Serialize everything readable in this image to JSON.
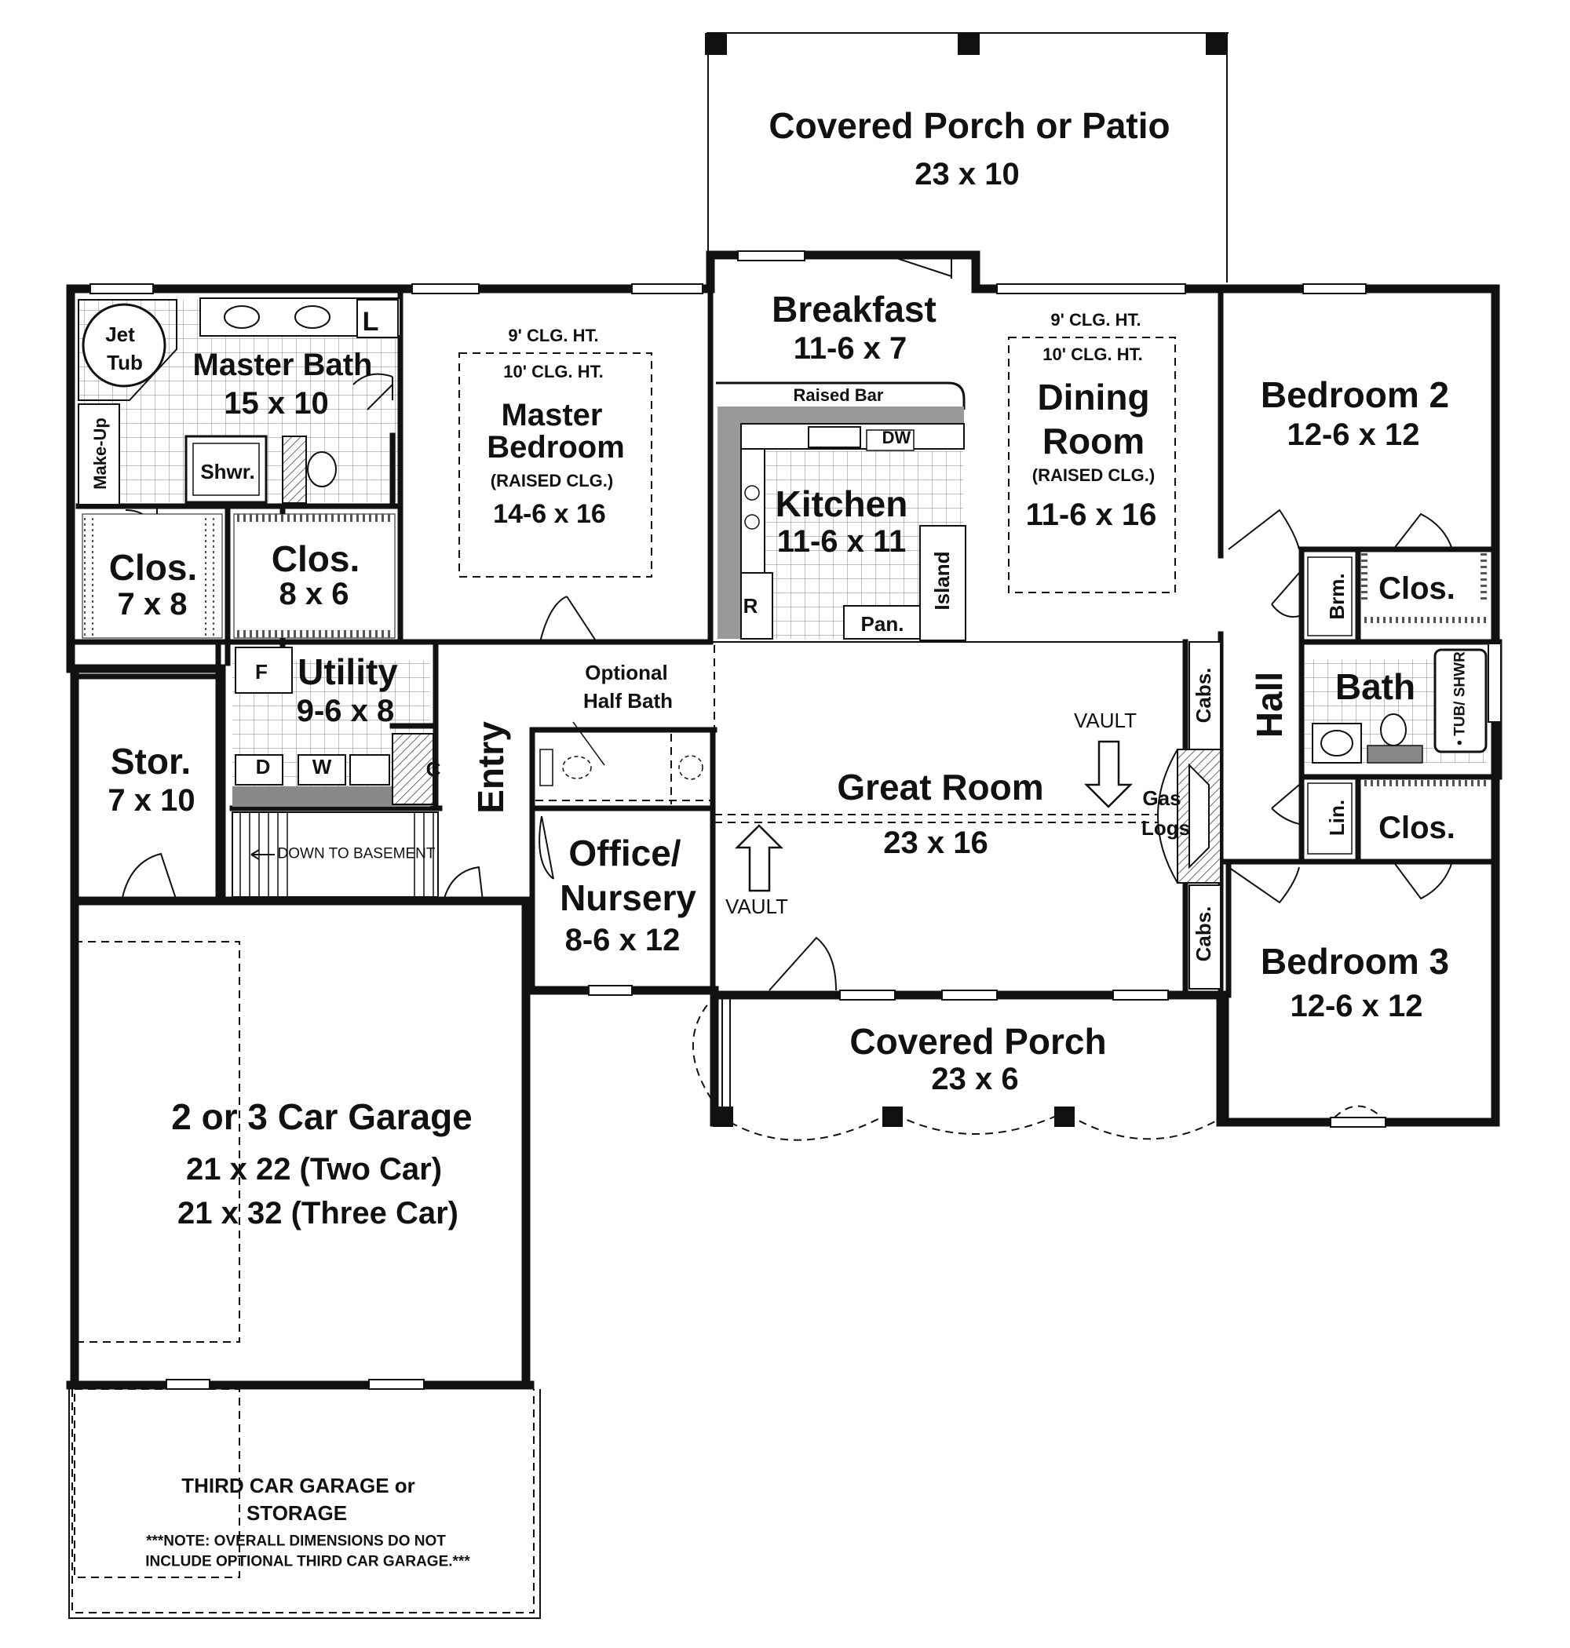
{
  "rooms": {
    "covered_porch_patio": {
      "name": "Covered Porch or Patio",
      "size": "23 x 10"
    },
    "breakfast": {
      "name": "Breakfast",
      "size": "11-6 x 7"
    },
    "dining_room": {
      "clg_outer": "9' CLG. HT.",
      "clg_inner": "10' CLG. HT.",
      "name_line1": "Dining",
      "name_line2": "Room",
      "note": "(RAISED CLG.)",
      "size": "11-6 x 16"
    },
    "bedroom_2": {
      "name": "Bedroom 2",
      "size": "12-6 x 12"
    },
    "master_bath": {
      "name": "Master Bath",
      "size": "15 x 10"
    },
    "master_bedroom": {
      "clg_outer": "9' CLG. HT.",
      "clg_inner": "10' CLG. HT.",
      "name_line1": "Master",
      "name_line2": "Bedroom",
      "note": "(RAISED CLG.)",
      "size": "14-6 x 16"
    },
    "kitchen": {
      "name": "Kitchen",
      "size": "11-6 x 11"
    },
    "clos_7x8": {
      "name": "Clos.",
      "size": "7 x 8"
    },
    "clos_8x6": {
      "name": "Clos.",
      "size": "8 x 6"
    },
    "utility": {
      "name": "Utility",
      "size": "9-6 x 8"
    },
    "storage": {
      "name": "Stor.",
      "size": "7 x 10"
    },
    "optional_half_bath": {
      "line1": "Optional",
      "line2": "Half Bath"
    },
    "great_room": {
      "name": "Great Room",
      "size": "23 x 16"
    },
    "office": {
      "name_line1": "Office/",
      "name_line2": "Nursery",
      "size": "8-6 x 12"
    },
    "bath": {
      "name": "Bath"
    },
    "hall": {
      "name": "Hall"
    },
    "entry": {
      "name": "Entry"
    },
    "bedroom_3": {
      "name": "Bedroom 3",
      "size": "12-6  x 12"
    },
    "covered_porch": {
      "name": "Covered Porch",
      "size": "23 x 6"
    },
    "garage": {
      "name": "2 or 3 Car Garage",
      "size_two": "21 x 22 (Two Car)",
      "size_three": "21 x 32 (Three Car)"
    },
    "third_car": {
      "line1": "THIRD CAR GARAGE or",
      "line2": "STORAGE",
      "note1": "***NOTE: OVERALL DIMENSIONS DO NOT",
      "note2": "INCLUDE OPTIONAL THIRD CAR GARAGE.***"
    }
  },
  "fixtures": {
    "jet_tub_1": "Jet",
    "jet_tub_2": "Tub",
    "linen_l": "L",
    "make_up": "Make-Up",
    "shower": "Shwr.",
    "raised_bar": "Raised Bar",
    "dishwasher": "DW",
    "range": "R",
    "pantry": "Pan.",
    "island": "Island",
    "freezer": "F",
    "dryer": "D",
    "washer": "W",
    "closet_c": "C",
    "down_to_basement": "DOWN TO BASEMENT",
    "vault_right": "VAULT",
    "vault_left": "VAULT",
    "gas": "Gas",
    "logs": "Logs",
    "cabs_upper": "Cabs.",
    "cabs_lower": "Cabs.",
    "broom": "Brm.",
    "clos_bed2": "Clos.",
    "clos_bed3": "Clos.",
    "linen": "Lin.",
    "tub_shower": "• TUB/ SHWR"
  }
}
